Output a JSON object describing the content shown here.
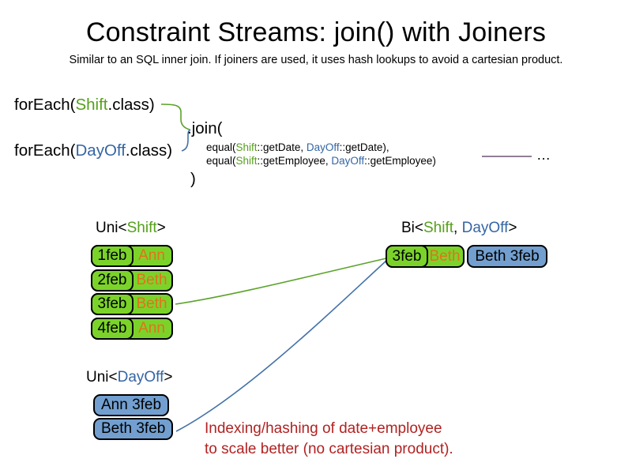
{
  "palette": {
    "green-fill": "#7bd32a",
    "green-text": "#55a01a",
    "green-line": "#5ba32b",
    "blue-fill": "#729fcf",
    "blue-text": "#3465a4",
    "blue-line": "#4472a8",
    "orange-text": "#e0731c",
    "red-text": "#b22222",
    "purple-line": "#6e5577"
  },
  "header": {
    "title": "Constraint Streams: join() with Joiners",
    "subtitle": "Similar to an SQL inner join. If joiners are used, it uses hash lookups to avoid a cartesian product."
  },
  "code": {
    "foreach_shift": {
      "pre": "forEach(",
      "type": "Shift",
      "post": ".class)"
    },
    "foreach_dayoff": {
      "pre": "forEach(",
      "type": "DayOff",
      "post": ".class)"
    },
    "join_open": ".join(",
    "joiner_date": {
      "pre": "equal(",
      "t1": "Shift",
      "mid": "::getDate, ",
      "t2": "DayOff",
      "post": "::getDate),"
    },
    "joiner_employee": {
      "pre": "equal(",
      "t1": "Shift",
      "mid": "::getEmployee, ",
      "t2": "DayOff",
      "post": "::getEmployee)"
    },
    "join_close": ")",
    "ellipsis": "…"
  },
  "uni_shift": {
    "label": {
      "pre": "Uni<",
      "type": "Shift",
      "post": ">"
    },
    "rows": [
      {
        "date": "1feb",
        "employee": "Ann"
      },
      {
        "date": "2feb",
        "employee": "Beth"
      },
      {
        "date": "3feb",
        "employee": "Beth"
      },
      {
        "date": "4feb",
        "employee": "Ann"
      }
    ]
  },
  "uni_dayoff": {
    "label": {
      "pre": "Uni<",
      "type": "DayOff",
      "post": ">"
    },
    "rows": [
      {
        "text": "Ann 3feb"
      },
      {
        "text": "Beth 3feb"
      }
    ]
  },
  "bi": {
    "label": {
      "pre": "Bi<",
      "type1": "Shift",
      "sep": ", ",
      "type2": "DayOff",
      "post": ">"
    },
    "row": {
      "date": "3feb",
      "employee": "Beth",
      "dayoff": "Beth 3feb"
    }
  },
  "annotation": {
    "line1": "Indexing/hashing of date+employee",
    "line2": "to scale better (no cartesian product)."
  }
}
